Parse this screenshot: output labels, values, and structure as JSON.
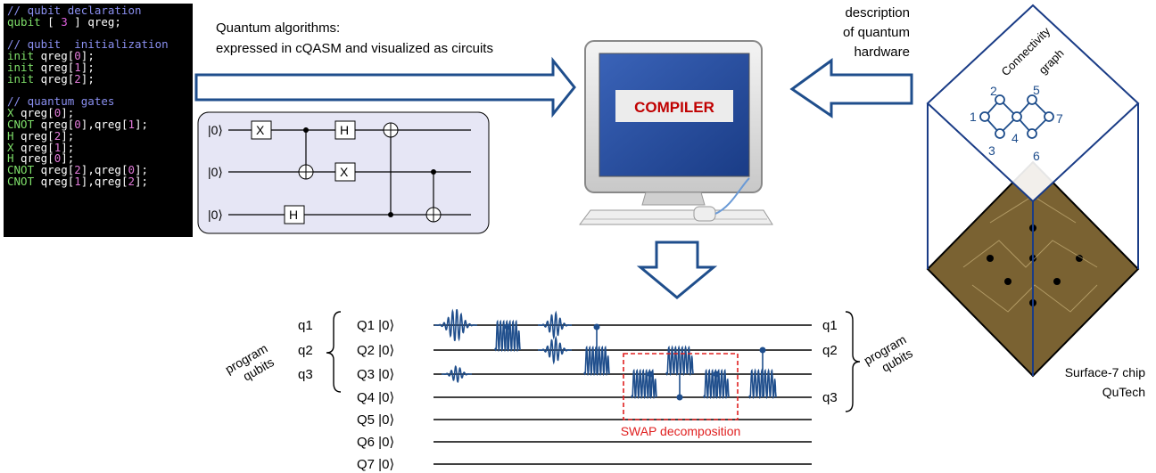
{
  "code": {
    "lines": [
      {
        "parts": [
          {
            "t": "// qubit declaration",
            "c": "c-comment"
          }
        ]
      },
      {
        "parts": [
          {
            "t": "qubit",
            "c": "c-kw"
          },
          {
            "t": " [ ",
            "c": "c-plain"
          },
          {
            "t": "3",
            "c": "c-num"
          },
          {
            "t": " ] qreg;",
            "c": "c-plain"
          }
        ]
      },
      {
        "parts": [
          {
            "t": "",
            "c": "c-plain"
          }
        ]
      },
      {
        "parts": [
          {
            "t": "// qubit  initialization",
            "c": "c-comment"
          }
        ]
      },
      {
        "parts": [
          {
            "t": "init",
            "c": "c-kw"
          },
          {
            "t": " qreg[",
            "c": "c-plain"
          },
          {
            "t": "0",
            "c": "c-idx"
          },
          {
            "t": "];",
            "c": "c-plain"
          }
        ]
      },
      {
        "parts": [
          {
            "t": "init",
            "c": "c-kw"
          },
          {
            "t": " qreg[",
            "c": "c-plain"
          },
          {
            "t": "1",
            "c": "c-idx"
          },
          {
            "t": "];",
            "c": "c-plain"
          }
        ]
      },
      {
        "parts": [
          {
            "t": "init",
            "c": "c-kw"
          },
          {
            "t": " qreg[",
            "c": "c-plain"
          },
          {
            "t": "2",
            "c": "c-idx"
          },
          {
            "t": "];",
            "c": "c-plain"
          }
        ]
      },
      {
        "parts": [
          {
            "t": "",
            "c": "c-plain"
          }
        ]
      },
      {
        "parts": [
          {
            "t": "// quantum gates",
            "c": "c-comment"
          }
        ]
      },
      {
        "parts": [
          {
            "t": "X",
            "c": "c-gate"
          },
          {
            "t": " qreg[",
            "c": "c-plain"
          },
          {
            "t": "0",
            "c": "c-idx"
          },
          {
            "t": "];",
            "c": "c-plain"
          }
        ]
      },
      {
        "parts": [
          {
            "t": "CNOT",
            "c": "c-gate"
          },
          {
            "t": " qreg[",
            "c": "c-plain"
          },
          {
            "t": "0",
            "c": "c-idx"
          },
          {
            "t": "],qreg[",
            "c": "c-plain"
          },
          {
            "t": "1",
            "c": "c-idx"
          },
          {
            "t": "];",
            "c": "c-plain"
          }
        ]
      },
      {
        "parts": [
          {
            "t": "H",
            "c": "c-gate"
          },
          {
            "t": " qreg[",
            "c": "c-plain"
          },
          {
            "t": "2",
            "c": "c-idx"
          },
          {
            "t": "];",
            "c": "c-plain"
          }
        ]
      },
      {
        "parts": [
          {
            "t": "X",
            "c": "c-gate"
          },
          {
            "t": " qreg[",
            "c": "c-plain"
          },
          {
            "t": "1",
            "c": "c-idx"
          },
          {
            "t": "];",
            "c": "c-plain"
          }
        ]
      },
      {
        "parts": [
          {
            "t": "H",
            "c": "c-gate"
          },
          {
            "t": " qreg[",
            "c": "c-plain"
          },
          {
            "t": "0",
            "c": "c-idx"
          },
          {
            "t": "];",
            "c": "c-plain"
          }
        ]
      },
      {
        "parts": [
          {
            "t": "CNOT",
            "c": "c-gate"
          },
          {
            "t": " qreg[",
            "c": "c-plain"
          },
          {
            "t": "2",
            "c": "c-idx"
          },
          {
            "t": "],qreg[",
            "c": "c-plain"
          },
          {
            "t": "0",
            "c": "c-idx"
          },
          {
            "t": "];",
            "c": "c-plain"
          }
        ]
      },
      {
        "parts": [
          {
            "t": "CNOT",
            "c": "c-gate"
          },
          {
            "t": " qreg[",
            "c": "c-plain"
          },
          {
            "t": "1",
            "c": "c-idx"
          },
          {
            "t": "],qreg[",
            "c": "c-plain"
          },
          {
            "t": "2",
            "c": "c-idx"
          },
          {
            "t": "];",
            "c": "c-plain"
          }
        ]
      }
    ]
  },
  "algorithms_caption": {
    "line1": "Quantum algorithms:",
    "line2": "expressed in cQASM and visualized as circuits"
  },
  "hardware_caption": {
    "line1": "description",
    "line2": "of quantum",
    "line3": "hardware"
  },
  "compiler_label": "COMPILER",
  "circuit": {
    "ket": "|0⟩",
    "gate_x": "X",
    "gate_h": "H"
  },
  "connectivity": {
    "title_line1": "Connectivity",
    "title_line2": "graph",
    "nodes": [
      "1",
      "2",
      "3",
      "4",
      "5",
      "6",
      "7"
    ]
  },
  "chip_caption": {
    "line1": "Surface-7 chip",
    "line2": "QuTech"
  },
  "program_label": {
    "line1": "program",
    "line2": "qubits"
  },
  "left_qubits": [
    "q1",
    "q2",
    "q3"
  ],
  "right_qubits": [
    "q1",
    "q2",
    "q3"
  ],
  "physical_qubits": [
    "Q1 |0⟩",
    "Q2 |0⟩",
    "Q3 |0⟩",
    "Q4 |0⟩",
    "Q5 |0⟩",
    "Q6 |0⟩",
    "Q7 |0⟩"
  ],
  "swap_label": "SWAP decomposition",
  "colors": {
    "arrow": "#1f4e8c",
    "pulse": "#1f4e8c",
    "compiler_text": "#c00000",
    "swap": "#e02020",
    "graph": "#1f4e8c",
    "chip": "#7a6232"
  }
}
